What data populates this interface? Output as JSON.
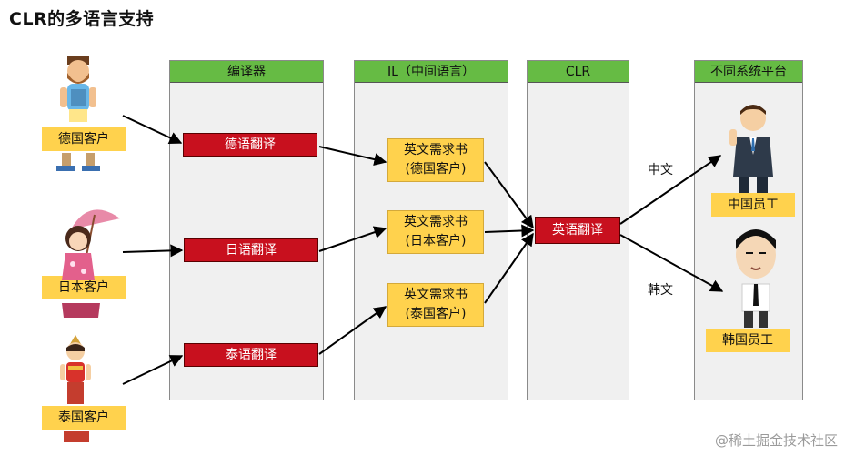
{
  "title": "CLR的多语言支持",
  "columns": {
    "compiler": "编译器",
    "il": "IL（中间语言）",
    "clr": "CLR",
    "platforms": "不同系统平台"
  },
  "customers": {
    "german": "德国客户",
    "japanese": "日本客户",
    "thai": "泰国客户"
  },
  "compiler_boxes": {
    "german": "德语翻译",
    "japanese": "日语翻译",
    "thai": "泰语翻译"
  },
  "il_boxes": {
    "german": {
      "line1": "英文需求书",
      "line2": "(德国客户)"
    },
    "japanese": {
      "line1": "英文需求书",
      "line2": "(日本客户)"
    },
    "thai": {
      "line1": "英文需求书",
      "line2": "(泰国客户)"
    }
  },
  "clr_box": "英语翻译",
  "languages": {
    "chinese": "中文",
    "korean": "韩文"
  },
  "employees": {
    "chinese": "中国员工",
    "korean": "韩国员工"
  },
  "watermark": "@稀土掘金技术社区"
}
